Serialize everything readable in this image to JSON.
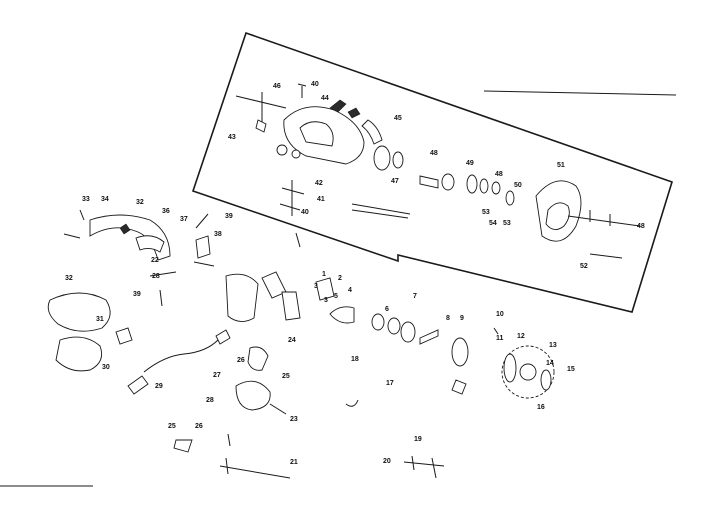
{
  "callouts": [
    {
      "id": "c1",
      "text": "1"
    },
    {
      "id": "c2",
      "text": "2"
    },
    {
      "id": "c3",
      "text": "3"
    },
    {
      "id": "c3b",
      "text": "3"
    },
    {
      "id": "c4",
      "text": "4"
    },
    {
      "id": "c5",
      "text": "5"
    },
    {
      "id": "c6",
      "text": "6"
    },
    {
      "id": "c7",
      "text": "7"
    },
    {
      "id": "c8",
      "text": "8"
    },
    {
      "id": "c9",
      "text": "9"
    },
    {
      "id": "c10",
      "text": "10"
    },
    {
      "id": "c11",
      "text": "11"
    },
    {
      "id": "c12",
      "text": "12"
    },
    {
      "id": "c13",
      "text": "13"
    },
    {
      "id": "c14",
      "text": "14"
    },
    {
      "id": "c15",
      "text": "15"
    },
    {
      "id": "c16",
      "text": "16"
    },
    {
      "id": "c17",
      "text": "17"
    },
    {
      "id": "c18",
      "text": "18"
    },
    {
      "id": "c19",
      "text": "19"
    },
    {
      "id": "c20",
      "text": "20"
    },
    {
      "id": "c21",
      "text": "21"
    },
    {
      "id": "c22",
      "text": "22"
    },
    {
      "id": "c23",
      "text": "23"
    },
    {
      "id": "c24",
      "text": "24"
    },
    {
      "id": "c25",
      "text": "25"
    },
    {
      "id": "c25b",
      "text": "25"
    },
    {
      "id": "c26",
      "text": "26"
    },
    {
      "id": "c26b",
      "text": "26"
    },
    {
      "id": "c27",
      "text": "27"
    },
    {
      "id": "c28",
      "text": "28"
    },
    {
      "id": "c28b",
      "text": "28"
    },
    {
      "id": "c29",
      "text": "29"
    },
    {
      "id": "c30",
      "text": "30"
    },
    {
      "id": "c31",
      "text": "31"
    },
    {
      "id": "c32",
      "text": "32"
    },
    {
      "id": "c32b",
      "text": "32"
    },
    {
      "id": "c33",
      "text": "33"
    },
    {
      "id": "c34",
      "text": "34"
    },
    {
      "id": "c36",
      "text": "36"
    },
    {
      "id": "c37",
      "text": "37"
    },
    {
      "id": "c38",
      "text": "38"
    },
    {
      "id": "c39",
      "text": "39"
    },
    {
      "id": "c39b",
      "text": "39"
    },
    {
      "id": "c40",
      "text": "40"
    },
    {
      "id": "c40b",
      "text": "40"
    },
    {
      "id": "c41",
      "text": "41"
    },
    {
      "id": "c42",
      "text": "42"
    },
    {
      "id": "c43",
      "text": "43"
    },
    {
      "id": "c44",
      "text": "44"
    },
    {
      "id": "c45",
      "text": "45"
    },
    {
      "id": "c46",
      "text": "46"
    },
    {
      "id": "c47",
      "text": "47"
    },
    {
      "id": "c48",
      "text": "48"
    },
    {
      "id": "c48b",
      "text": "48"
    },
    {
      "id": "c48c",
      "text": "48"
    },
    {
      "id": "c49",
      "text": "49"
    },
    {
      "id": "c50",
      "text": "50"
    },
    {
      "id": "c51",
      "text": "51"
    },
    {
      "id": "c52",
      "text": "52"
    },
    {
      "id": "c53",
      "text": "53"
    },
    {
      "id": "c53b",
      "text": "53"
    },
    {
      "id": "c54",
      "text": "54"
    }
  ]
}
